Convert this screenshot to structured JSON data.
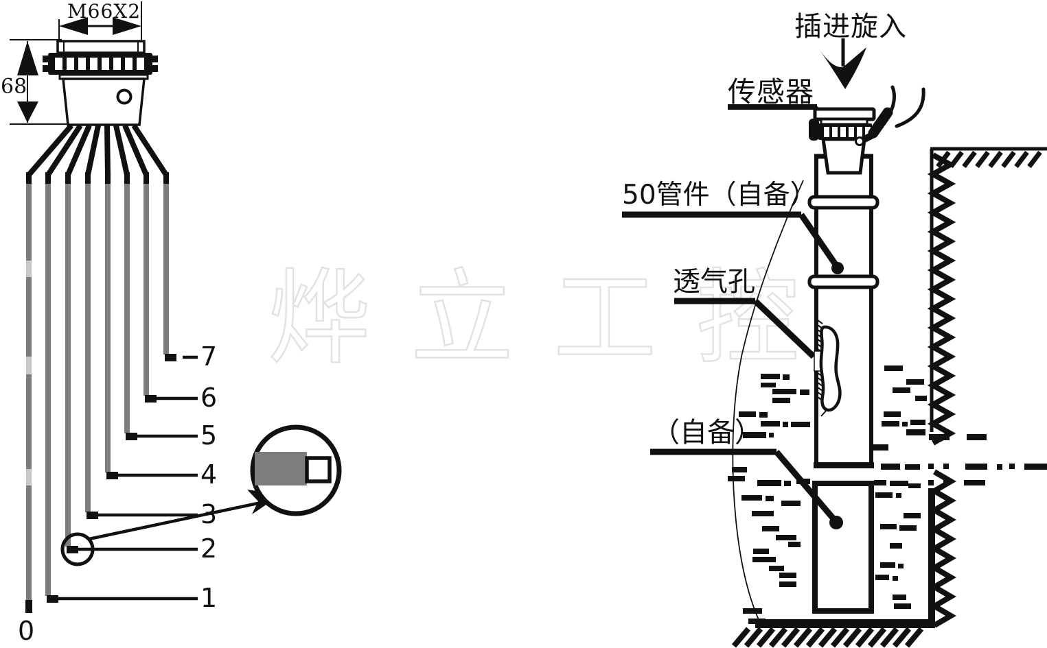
{
  "left_drawing": {
    "thread_dim": "M66X2",
    "height_dim": "68",
    "wire_labels": [
      "0",
      "1",
      "2",
      "3",
      "4",
      "5",
      "6",
      "7"
    ]
  },
  "right_drawing": {
    "insert_label": "插进旋入",
    "sensor_label": "传感器",
    "pipe_fitting_label": "50管件（自备）",
    "vent_label": "透气孔",
    "self_provided_label": "（自备）"
  },
  "watermark": "烨立工控",
  "colors": {
    "line": "#1a1208",
    "wire_gray": "#7d7d7d",
    "watermark_gray": "#e0e0e0"
  }
}
